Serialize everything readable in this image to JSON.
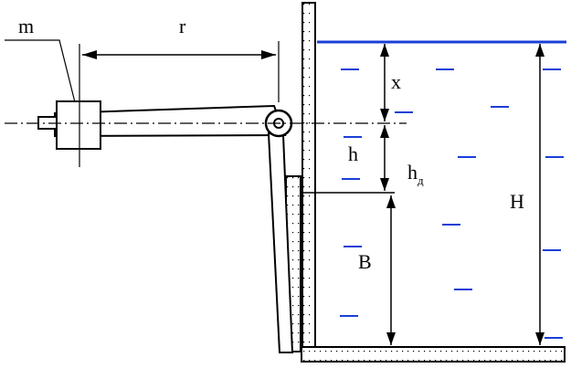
{
  "labels": {
    "m": "m",
    "r": "r",
    "x": "x",
    "h": "h",
    "h_base": "h",
    "h_sub": "д",
    "H": "H",
    "B": "B"
  },
  "colors": {
    "water": "#1a3fd6",
    "line": "#000000",
    "fill": "#ffffff"
  }
}
